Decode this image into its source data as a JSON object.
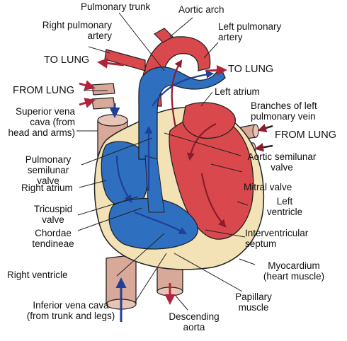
{
  "labels": {
    "pulmonary_trunk": "Pulmonary trunk",
    "aortic_arch": "Aortic arch",
    "right_pulmonary_artery": [
      "Right pulmonary",
      "artery"
    ],
    "left_pulmonary_artery": [
      "Left pulmonary",
      "artery"
    ],
    "to_lung_left": "TO LUNG",
    "to_lung_right": "TO LUNG",
    "from_lung_left": "FROM LUNG",
    "from_lung_right": "FROM LUNG",
    "left_atrium": "Left atrium",
    "superior_vena_cava": [
      "Superior vena",
      "cava (from",
      "head and arms)"
    ],
    "branches_left_pulmonary_vein": [
      "Branches of left",
      "pulmonary vein"
    ],
    "pulmonary_semilunar_valve": [
      "Pulmonary",
      "semilunar",
      "valve"
    ],
    "aortic_semilunar_valve": [
      "Aortic semilunar",
      "valve"
    ],
    "mitral_valve": "Mitral valve",
    "right_atrium": "Right atrium",
    "left_ventricle": [
      "Left",
      "ventricle"
    ],
    "tricuspid_valve": [
      "Tricuspid",
      "valve"
    ],
    "chordae_tendineae": [
      "Chordae",
      "tendineae"
    ],
    "interventricular_septum": [
      "Interventricular",
      "septum"
    ],
    "right_ventricle": "Right ventricle",
    "myocardium": [
      "Myocardium",
      "(heart muscle)"
    ],
    "inferior_vena_cava": [
      "Inferior vena cava",
      "(from trunk and legs)"
    ],
    "papillary_muscle": [
      "Papillary",
      "muscle"
    ],
    "descending_aorta": [
      "Descending",
      "aorta"
    ]
  },
  "colors": {
    "oxygenated": "#d9484c",
    "deoxygenated": "#2f6fbf",
    "vessel_tan": "#d8a898",
    "myocardium": "#f3e2b6",
    "arrow_red": "#b0243b",
    "arrow_blue": "#1f3f9a",
    "outline": "#222222"
  }
}
